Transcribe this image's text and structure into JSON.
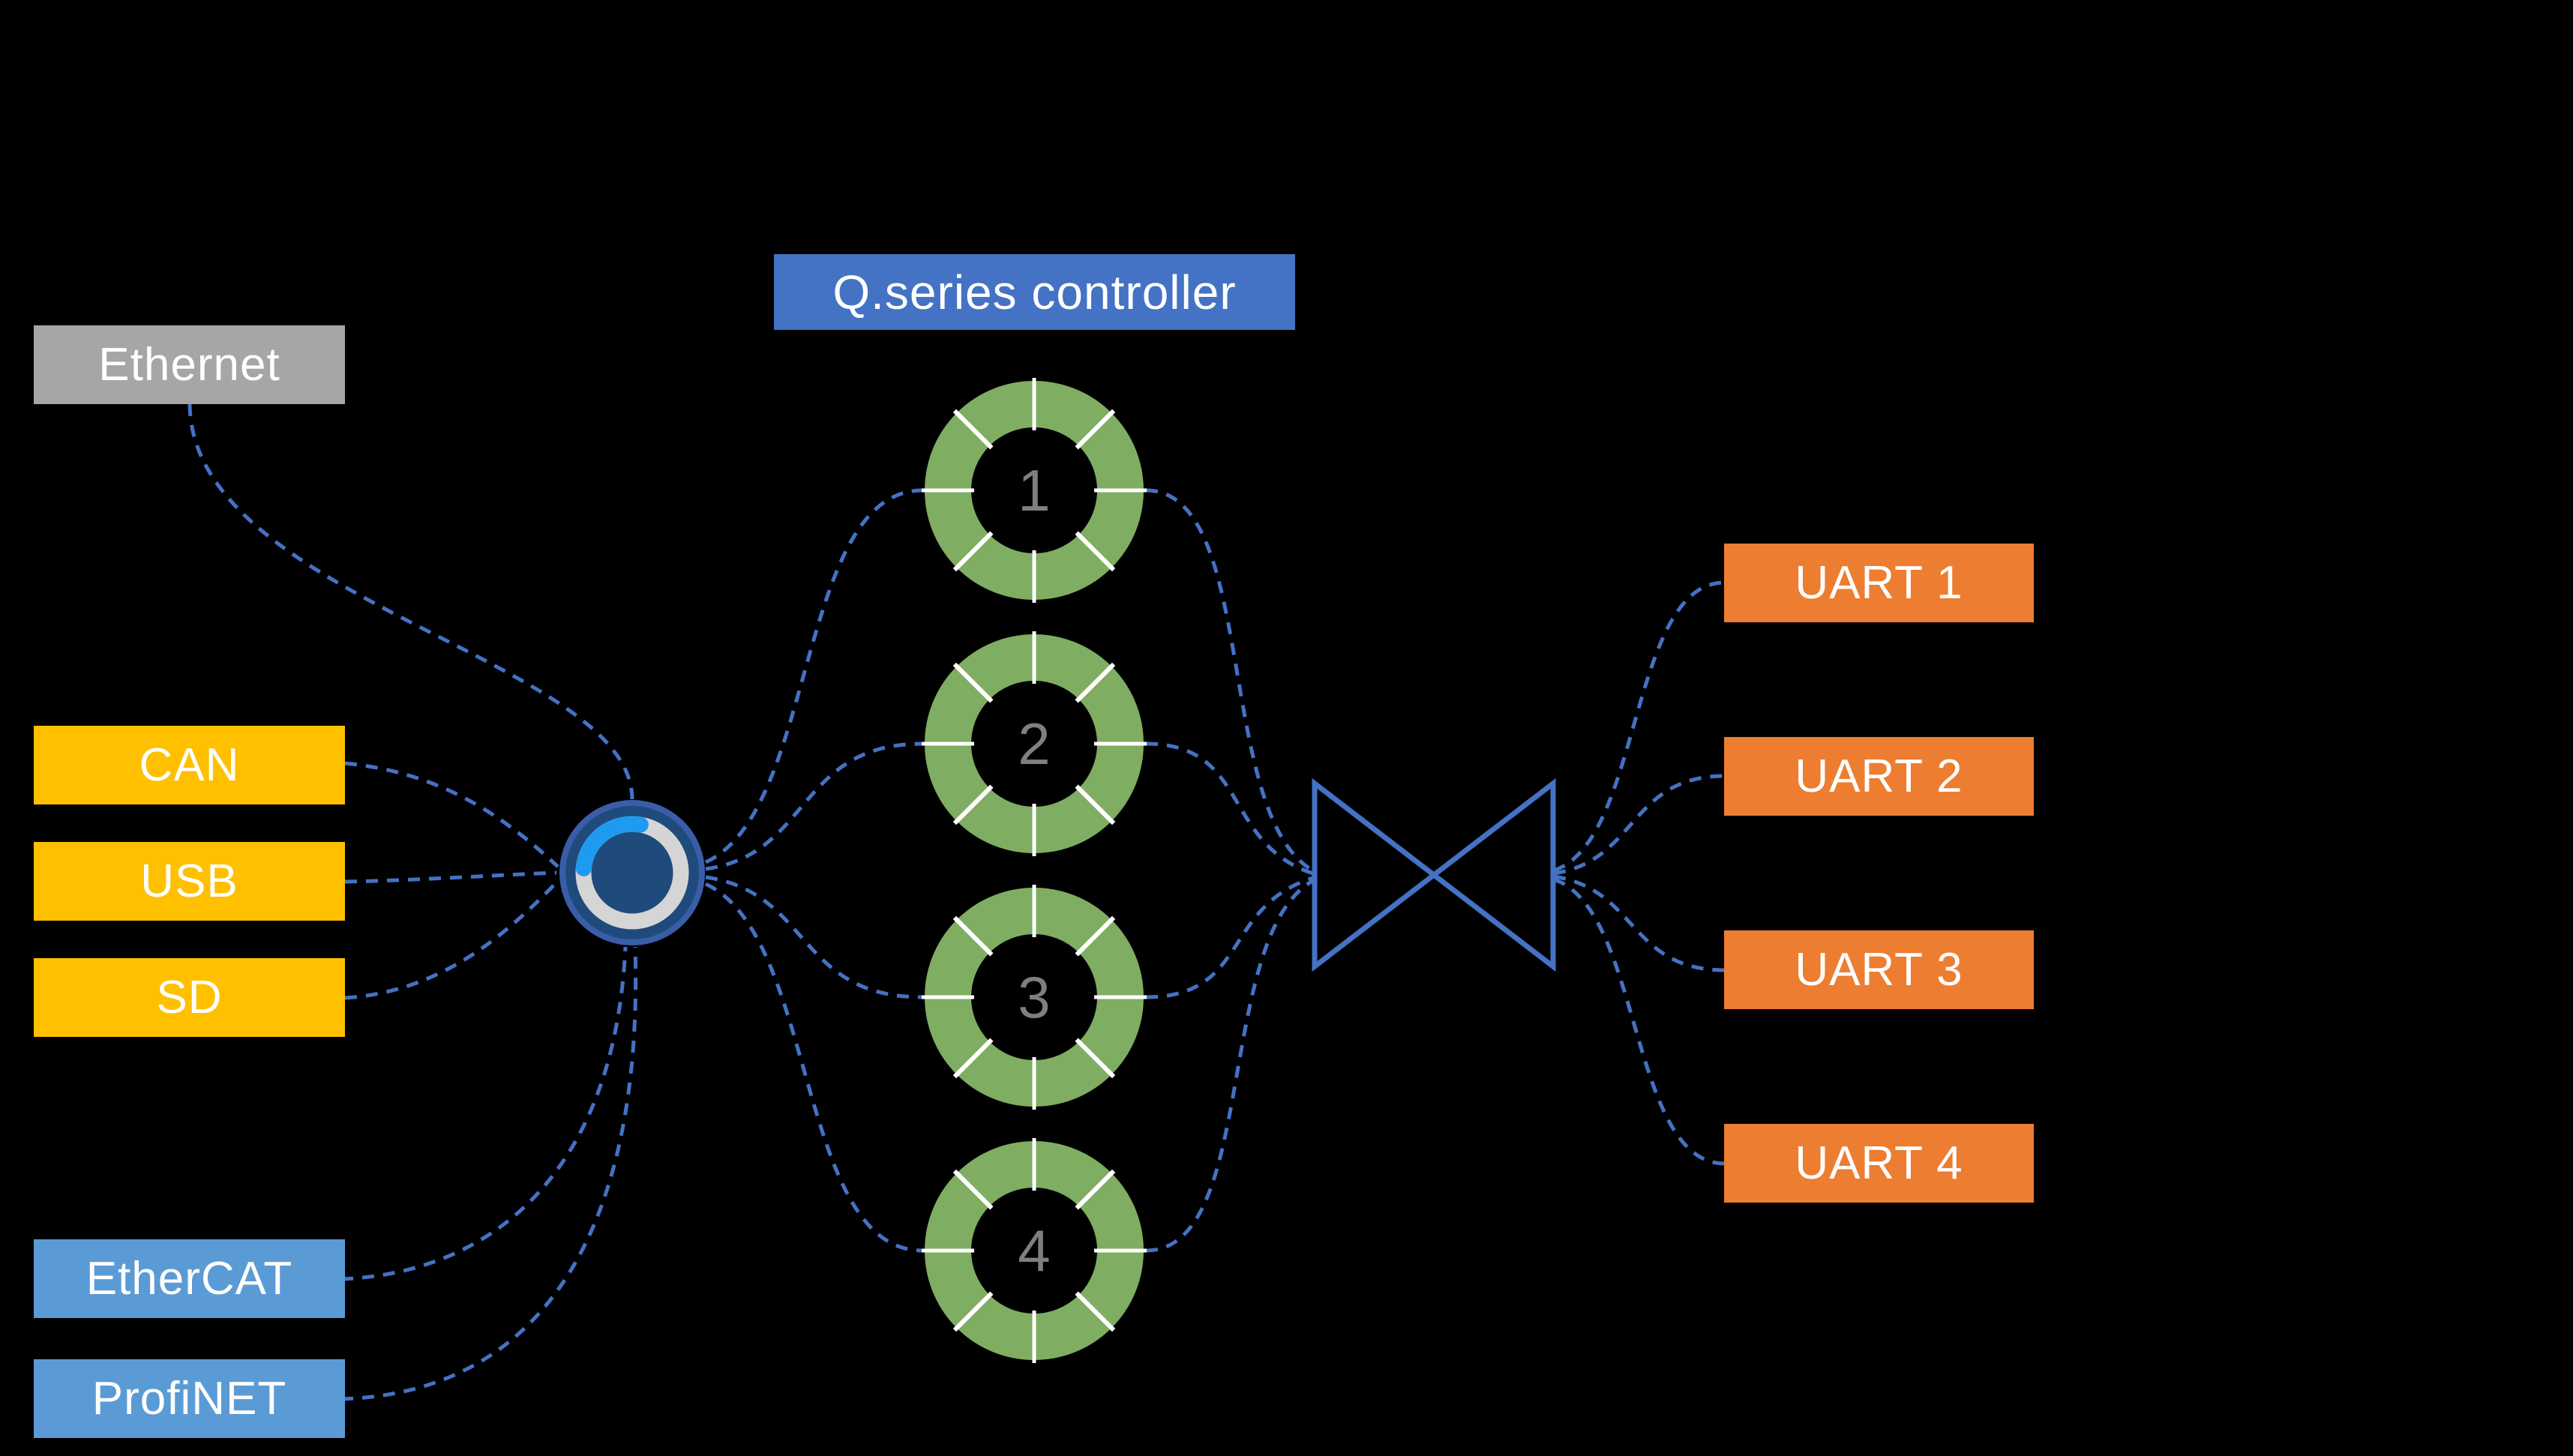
{
  "title": {
    "label": "Q.series controller"
  },
  "inputs": [
    {
      "id": "ethernet",
      "label": "Ethernet"
    },
    {
      "id": "can",
      "label": "CAN"
    },
    {
      "id": "usb",
      "label": "USB"
    },
    {
      "id": "sd",
      "label": "SD"
    },
    {
      "id": "ethercat",
      "label": "EtherCAT"
    },
    {
      "id": "profinet",
      "label": "ProfiNET"
    }
  ],
  "cores": [
    {
      "label": "1"
    },
    {
      "label": "2"
    },
    {
      "label": "3"
    },
    {
      "label": "4"
    }
  ],
  "outputs": [
    {
      "label": "UART 1"
    },
    {
      "label": "UART 2"
    },
    {
      "label": "UART 3"
    },
    {
      "label": "UART 4"
    }
  ],
  "colors": {
    "background": "#000000",
    "ethernet_box": "#A6A6A6",
    "memory_box": "#FFC000",
    "fieldbus_box": "#5B9BD5",
    "title_box": "#4472C4",
    "uart_box": "#ED7D31",
    "connector_line": "#4472C4",
    "core_ring_green": "#7FAD61",
    "core_number_gray": "#7F7F7F",
    "hub_fill": "#1F4B7C",
    "hub_outline": "#3A5DA9",
    "hub_ring_gray": "#D5D5D5",
    "hub_arc_blue": "#1E9BF0"
  }
}
